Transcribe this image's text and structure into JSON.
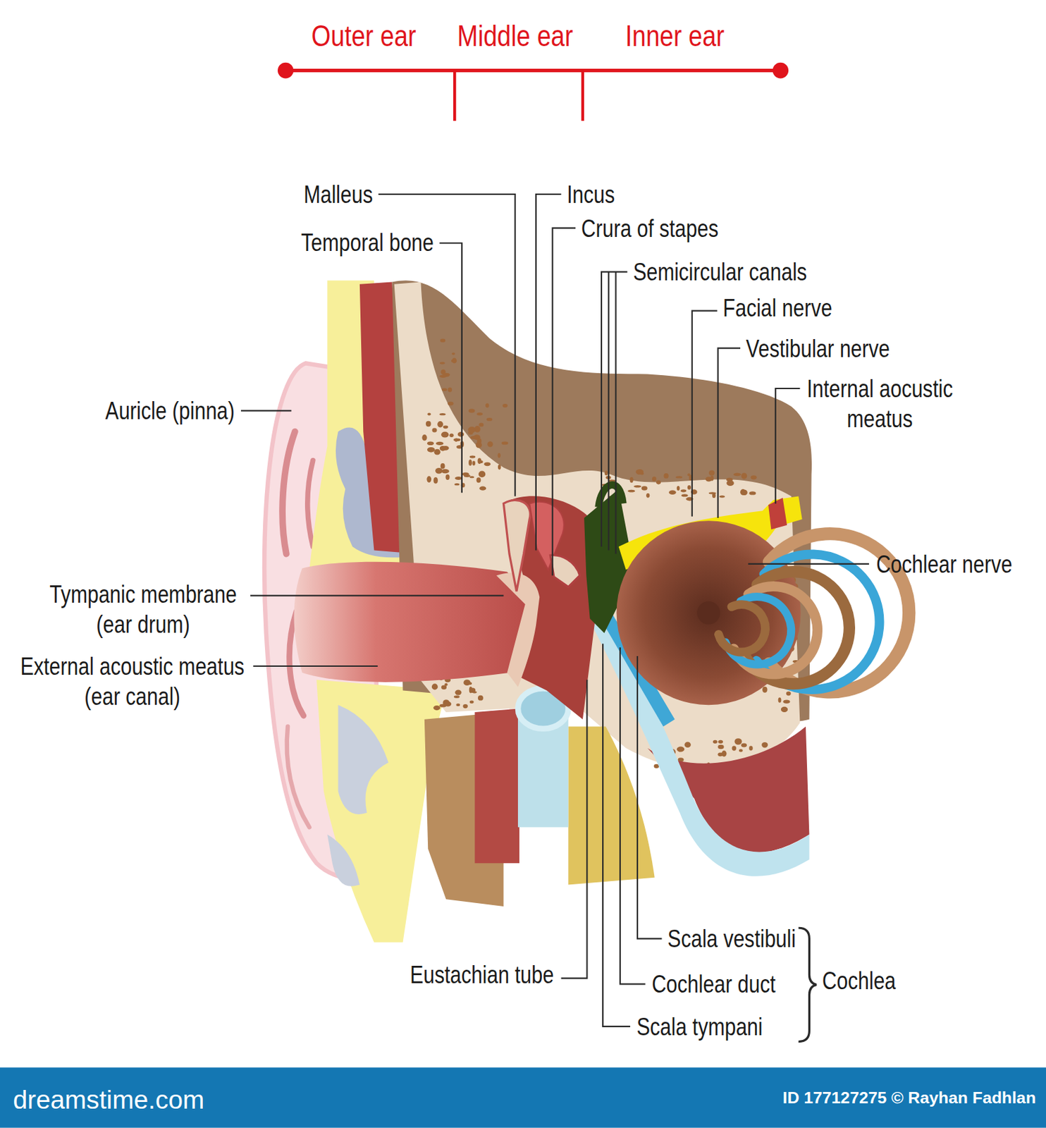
{
  "diagram": {
    "labels": [
      "Outer ear",
      "Middle ear",
      "Inner ear",
      "Malleus",
      "Incus",
      "Crura of stapes",
      "Temporal bone",
      "Semicircular canals",
      "Facial nerve",
      "Vestibular nerve",
      "Auricle (pinna)",
      "Internal aocustic meatus",
      "Cochlear nerve",
      "Tympanic membrane (ear drum)",
      "External acoustic meatus (ear canal)",
      "Scala vestibuli",
      "Cochlea",
      "Eustachian tube",
      "Cochlear duct",
      "Scala tympani",
      "dreamstime.com",
      "ID 177127275 © Rayhan Fadhlan"
    ]
  }
}
